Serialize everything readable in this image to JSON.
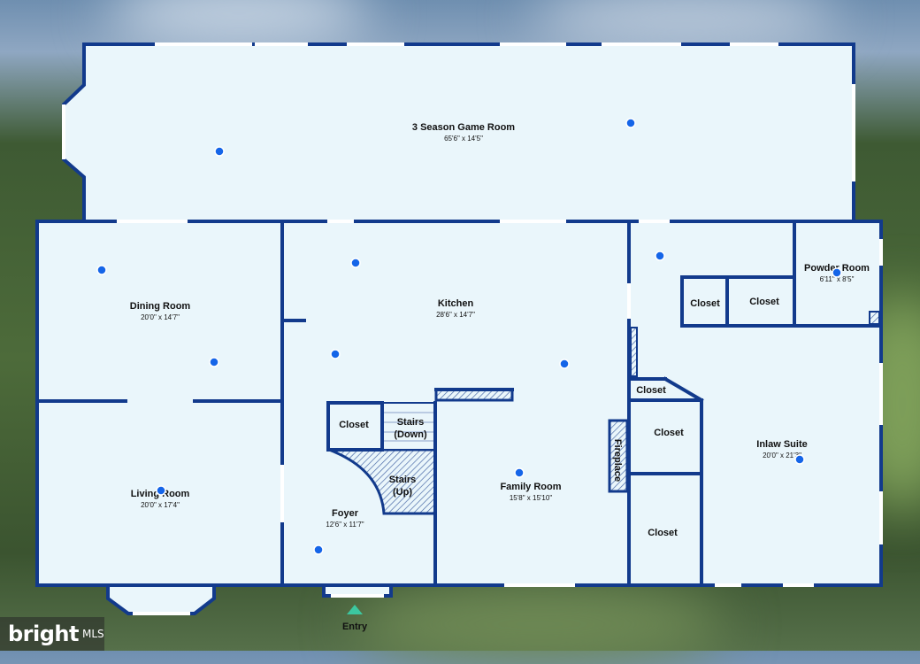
{
  "rooms": {
    "game_room": {
      "name": "3 Season Game Room",
      "dim": "65'6\" x 14'5\""
    },
    "dining": {
      "name": "Dining Room",
      "dim": "20'0\" x 14'7\""
    },
    "kitchen": {
      "name": "Kitchen",
      "dim": "28'6\" x 14'7\""
    },
    "powder": {
      "name": "Powder Room",
      "dim": "6'11\" x 8'5\""
    },
    "living": {
      "name": "Living Room",
      "dim": "20'0\" x 17'4\""
    },
    "foyer": {
      "name": "Foyer",
      "dim": "12'6\" x 11'7\""
    },
    "family": {
      "name": "Family Room",
      "dim": "15'8\" x 15'10\""
    },
    "inlaw": {
      "name": "Inlaw Suite",
      "dim": "20'0\" x 21'3\""
    }
  },
  "labels": {
    "closet": "Closet",
    "stairs": "Stairs",
    "down": "(Down)",
    "up": "(Up)",
    "fireplace": "Fireplace",
    "entry": "Entry"
  },
  "logo": {
    "brand": "bright",
    "suffix": "MLS"
  },
  "colors": {
    "wall": "#123a8c",
    "floor": "#eaf6fb",
    "dot": "#1565e8",
    "entry_marker": "#3cc7a0"
  }
}
